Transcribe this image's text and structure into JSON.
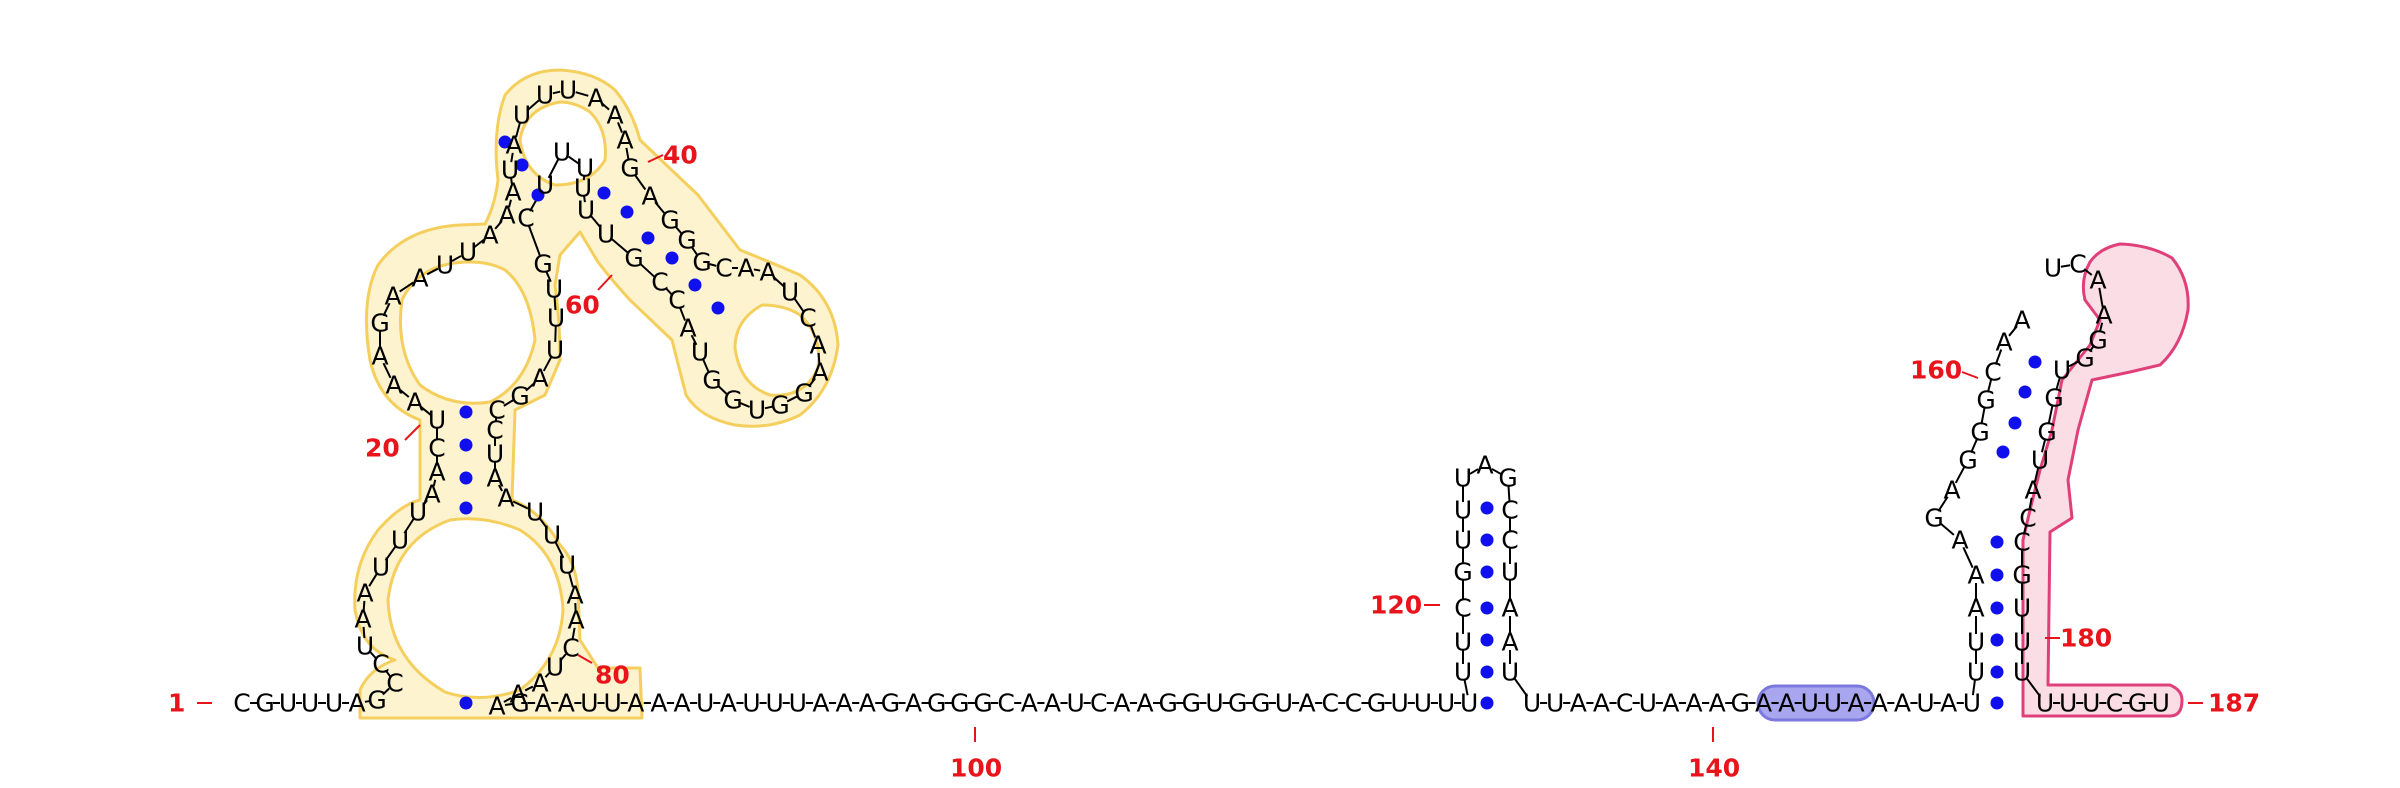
{
  "sequence": "CGUUUAGCCUAAUUUAACUAAAGAAUUAAAUAUUUAAAGAGGGCAAUCAAGGUGGUACCGUUUUUU",
  "number_labels": [
    "1",
    "20",
    "40",
    "60",
    "80",
    "100",
    "120",
    "140",
    "160",
    "180",
    "187"
  ],
  "colors": {
    "base_pair_dot": "#1010ee",
    "number_label": "#e8141b",
    "highlight_yellow_fill": "#fdf3cf",
    "highlight_yellow_stroke": "#f5cf5e",
    "highlight_pink_fill": "#fbdde6",
    "highlight_pink_stroke": "#e0407a",
    "highlight_blue_fill": "#a7a6ee"
  }
}
